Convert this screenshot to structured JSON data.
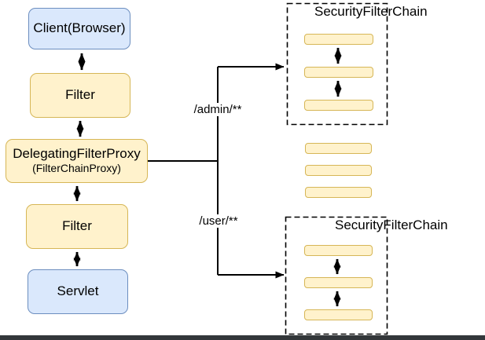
{
  "diagram": {
    "nodes": {
      "client": "Client(Browser)",
      "filter_top": "Filter",
      "delegating_filter_proxy": "DelegatingFilterProxy",
      "delegating_filter_proxy_sub": "(FilterChainProxy)",
      "filter_bottom": "Filter",
      "servlet": "Servlet"
    },
    "edge_labels": {
      "admin_route": "/admin/**",
      "user_route": "/user/**"
    },
    "chains": {
      "top_title": "SecurityFilterChain",
      "bottom_title": "SecurityFilterChain"
    },
    "colors": {
      "blue_fill": "#dae8fc",
      "blue_border": "#6c8ebf",
      "yellow_fill": "#fff2cc",
      "yellow_border": "#d6b656",
      "line": "#000000",
      "bottom_bar": "#33373a"
    }
  }
}
